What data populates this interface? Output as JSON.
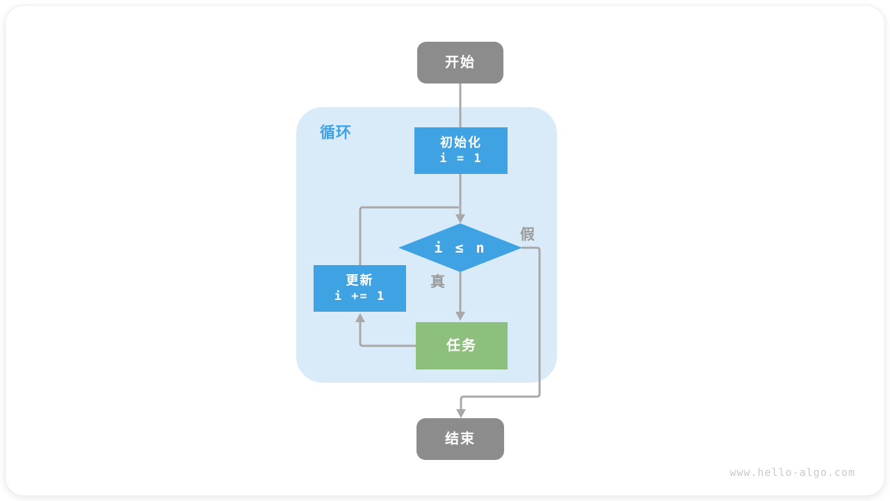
{
  "colors": {
    "blue": "#3FA2E2",
    "bluelight": "#D9EAF8",
    "green": "#8DC07C",
    "graynode": "#8C8C8C",
    "arrow": "#A8A8A8",
    "labelgray": "#9B9B9B",
    "watermarkcolor": "#C9C9C9"
  },
  "flowchart": {
    "loop_label": "循环",
    "nodes": {
      "start": "开始",
      "init_title": "初始化",
      "init_code": "i = 1",
      "condition": "i ≤ n",
      "update_title": "更新",
      "update_code": "i += 1",
      "task": "任务",
      "end": "结束"
    },
    "branch_labels": {
      "true": "真",
      "false": "假"
    }
  },
  "watermark": "www.hello-algo.com"
}
